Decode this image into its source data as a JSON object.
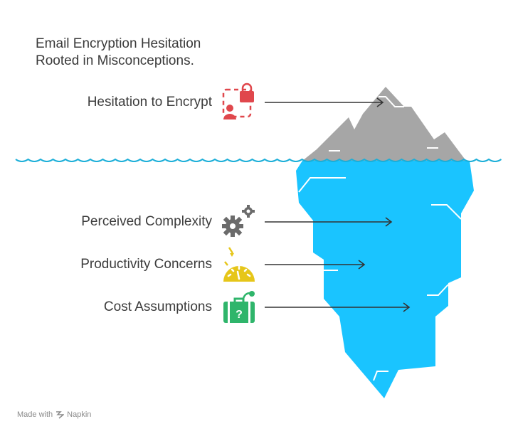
{
  "title": {
    "line1": "Email Encryption Hesitation",
    "line2": "Rooted in Misconceptions."
  },
  "items": [
    {
      "label": "Hesitation to Encrypt",
      "icon": "user-lock-icon",
      "color": "#e0474c"
    },
    {
      "label": "Perceived Complexity",
      "icon": "gears-icon",
      "color": "#6b6b6b"
    },
    {
      "label": "Productivity Concerns",
      "icon": "speedometer-icon",
      "color": "#e6c619"
    },
    {
      "label": "Cost Assumptions",
      "icon": "question-suitcase-icon",
      "color": "#2fb56b"
    }
  ],
  "colors": {
    "iceberg_tip": "#a6a6a6",
    "iceberg_body": "#1ac4ff",
    "water_line": "#1aaed8",
    "arrow": "#333333"
  },
  "footer": {
    "prefix": "Made with",
    "brand": "Napkin"
  }
}
